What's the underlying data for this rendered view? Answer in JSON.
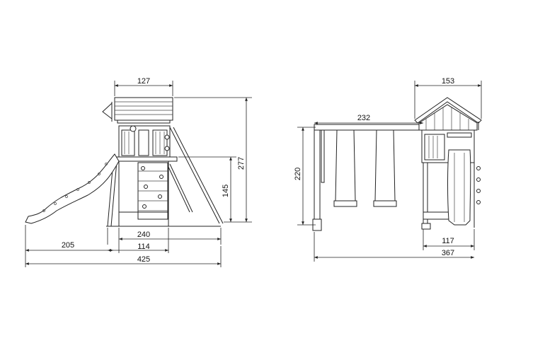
{
  "side_view": {
    "dim_top_width": "127",
    "dim_height_total": "277",
    "dim_platform_height": "145",
    "dim_base_width": "240",
    "dim_slide_length": "205",
    "dim_tower_width": "114",
    "dim_overall_length": "425"
  },
  "front_view": {
    "dim_roof_width": "153",
    "dim_swing_beam": "232",
    "dim_swing_height": "220",
    "dim_slide_width": "117",
    "dim_overall_width": "367"
  }
}
